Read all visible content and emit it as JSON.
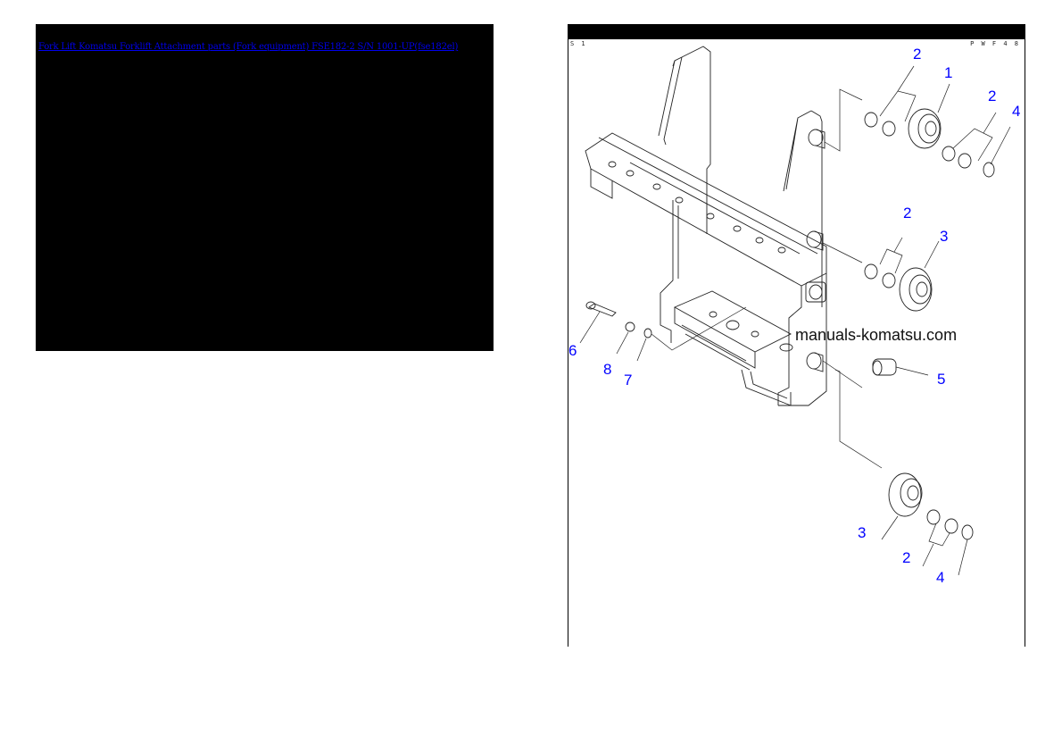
{
  "header": {
    "title_link": "Fork Lift Komatsu Forklift Attachment parts (Fork equipment) FSE182-2 S/N 1001-UP(fse182el)"
  },
  "diagram": {
    "sheet_code_left": "S 1",
    "sheet_code_right": "P W F 4 8",
    "watermark": "manuals-komatsu.com",
    "callouts": [
      {
        "id": "c2a",
        "label": "2"
      },
      {
        "id": "c1",
        "label": "1"
      },
      {
        "id": "c2b",
        "label": "2"
      },
      {
        "id": "c4a",
        "label": "4"
      },
      {
        "id": "c2c",
        "label": "2"
      },
      {
        "id": "c3a",
        "label": "3"
      },
      {
        "id": "c6",
        "label": "6"
      },
      {
        "id": "c8",
        "label": "8"
      },
      {
        "id": "c7",
        "label": "7"
      },
      {
        "id": "c5",
        "label": "5"
      },
      {
        "id": "c3b",
        "label": "3"
      },
      {
        "id": "c2d",
        "label": "2"
      },
      {
        "id": "c4b",
        "label": "4"
      }
    ]
  },
  "colors": {
    "callout": "#0000ff",
    "link": "#0000ee",
    "panel_bg": "#000000"
  }
}
